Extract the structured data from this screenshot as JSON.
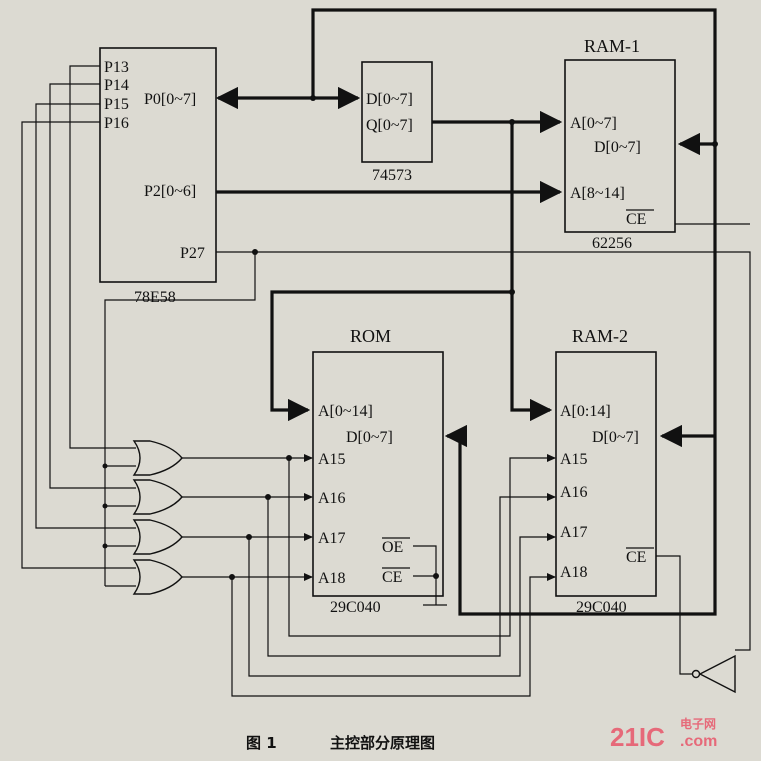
{
  "chips": {
    "mcu": {
      "name": "78E58",
      "pins": [
        "P13",
        "P14",
        "P15",
        "P16"
      ],
      "p0": "P0[0~7]",
      "p2": "P2[0~6]",
      "p27": "P27"
    },
    "latch": {
      "name": "74573",
      "d": "D[0~7]",
      "q": "Q[0~7]"
    },
    "ram1": {
      "title": "RAM-1",
      "part": "62256",
      "a_lo": "A[0~7]",
      "d": "D[0~7]",
      "a_hi": "A[8~14]",
      "ce": "CE"
    },
    "rom": {
      "title": "ROM",
      "part": "29C040",
      "a": "A[0~14]",
      "d": "D[0~7]",
      "a15": "A15",
      "a16": "A16",
      "a17": "A17",
      "a18": "A18",
      "oe": "OE",
      "ce": "CE"
    },
    "ram2": {
      "title": "RAM-2",
      "part": "29C040",
      "a": "A[0:14]",
      "d": "D[0~7]",
      "a15": "A15",
      "a16": "A16",
      "a17": "A17",
      "a18": "A18",
      "ce": "CE"
    }
  },
  "caption": {
    "fig": "图 1",
    "title": "主控部分原理图"
  },
  "watermark": {
    "brand": "21IC",
    "cn": "电子网",
    "domain": ".com",
    "color": "#e8566a"
  }
}
